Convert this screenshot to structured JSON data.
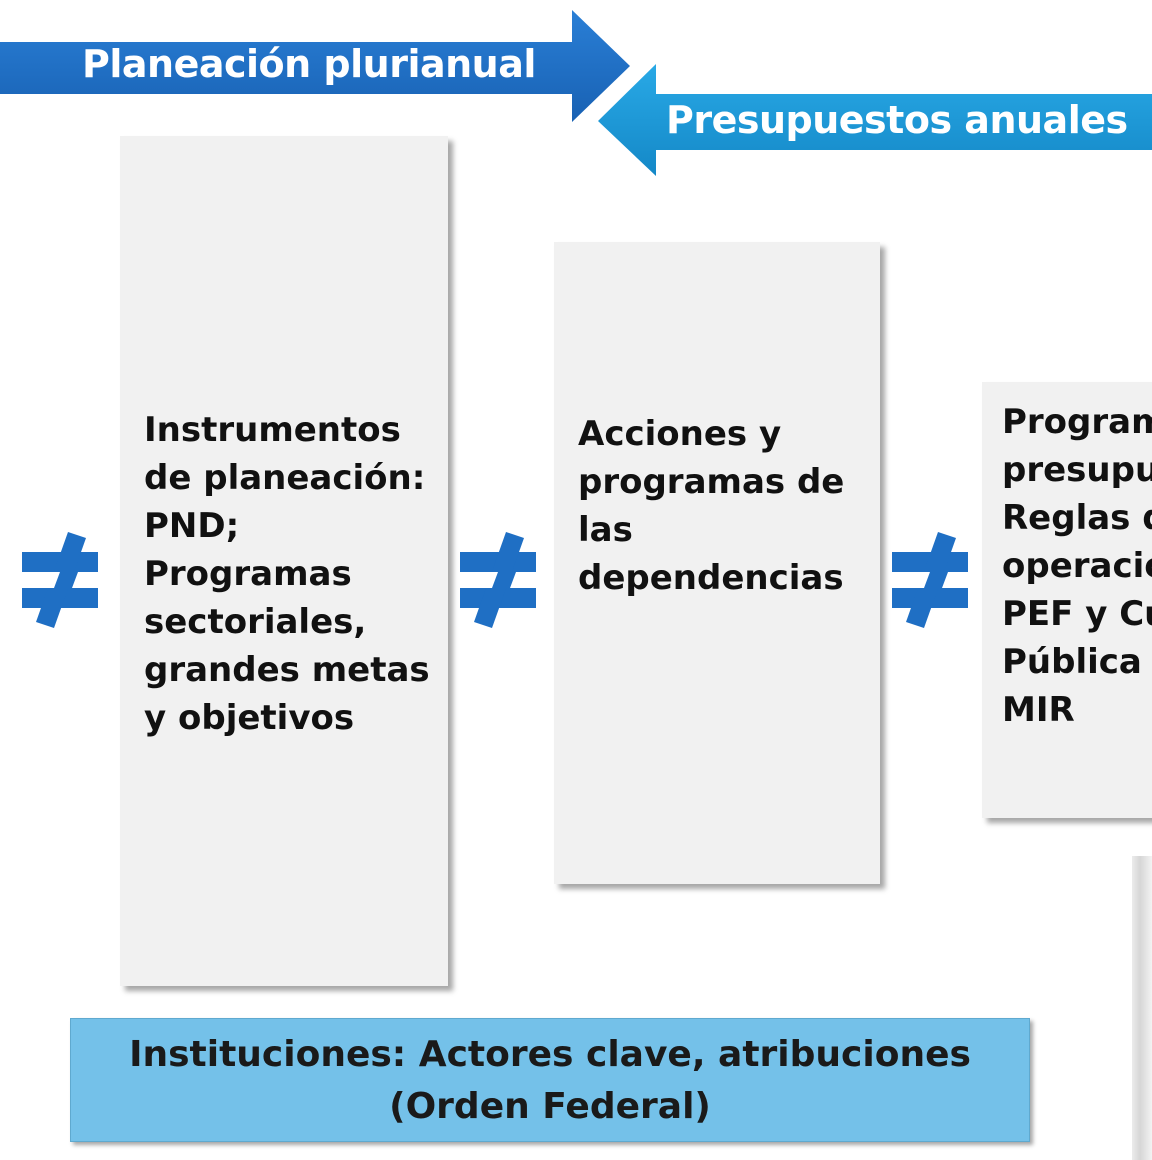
{
  "arrows": {
    "plurianual": {
      "label": "Planeación plurianual",
      "color": "#1f6fc4"
    },
    "anuales": {
      "label": "Presupuestos anuales",
      "color": "#1a9ad9"
    }
  },
  "boxes": {
    "box1": {
      "lines": [
        "Instrumentos",
        "de planeación:",
        "PND;",
        "Programas",
        "sectoriales,",
        "grandes metas",
        "y objetivos"
      ]
    },
    "box2": {
      "lines": [
        "Acciones y",
        "programas de",
        "las",
        "dependencias"
      ]
    },
    "box3": {
      "lines": [
        "Program",
        "presupue",
        "Reglas d",
        "operació",
        "PEF y Cu",
        "Pública",
        "MIR"
      ]
    }
  },
  "neq_symbol": {
    "name": "not-equal-icon",
    "color": "#1f6fc4"
  },
  "bottom": {
    "line1": "Instituciones: Actores clave, atribuciones",
    "line2": "(Orden Federal)",
    "color": "#74c1e9"
  }
}
